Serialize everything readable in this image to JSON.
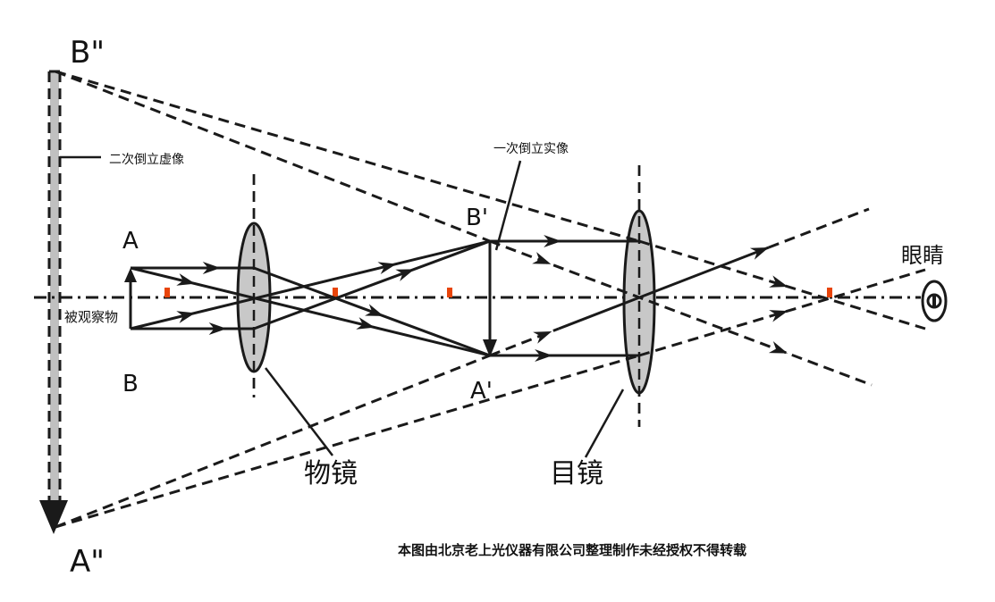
{
  "labels": {
    "b_double": "B\"",
    "a_double": "A\"",
    "a": "A",
    "b": "B",
    "b_prime": "B'",
    "a_prime": "A'",
    "virtual_image": "二次倒立虚像",
    "real_image": "一次倒立实像",
    "object": "被观察物",
    "objective": "物镜",
    "eyepiece": "目镜",
    "eye": "眼睛"
  },
  "footer": "本图由北京老上光仪器有限公司整理制作未经授权不得转载",
  "colors": {
    "line": "#1a1a1a",
    "lens_fill": "#c8c8c8",
    "focal_mark": "#e8440a",
    "image_bar": "#c0c0c0"
  }
}
